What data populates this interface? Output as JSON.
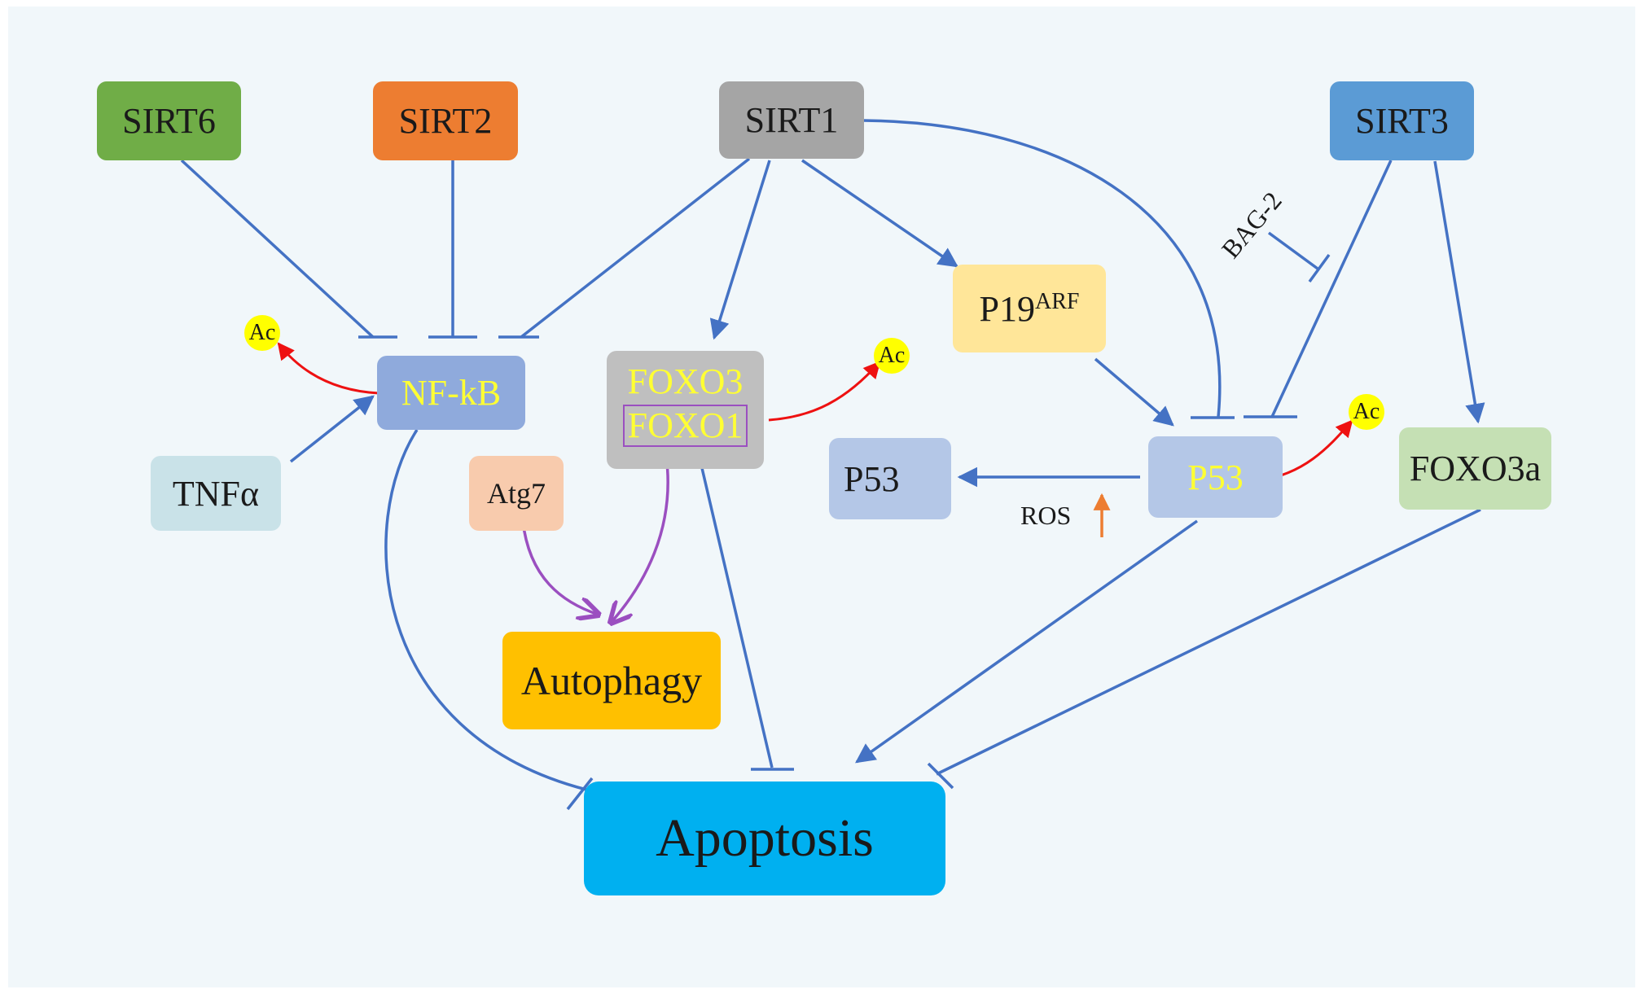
{
  "colors": {
    "background": "#f1f7fa",
    "edge_blue": "#4472c4",
    "acetylation_red": "#ee1111",
    "autophagy_purple": "#9b4fc0",
    "increase_orange": "#ed7d31",
    "ac_badge": "#ffff00",
    "label_yellow": "#ffff33"
  },
  "nodes": {
    "sirt6": "SIRT6",
    "sirt2": "SIRT2",
    "sirt1": "SIRT1",
    "sirt3": "SIRT3",
    "nfkb": "NF-kB",
    "tnfa": "TNFα",
    "foxo3": "FOXO3",
    "foxo1": "FOXO1",
    "atg7": "Atg7",
    "autophagy": "Autophagy",
    "p19": "P19",
    "p19_sup": "ARF",
    "p53": "P53",
    "p53_up": "P53",
    "foxo3a": "FOXO3a",
    "apoptosis": "Apoptosis"
  },
  "labels": {
    "ac": "Ac",
    "bag2": "BAG-2",
    "ros": "ROS"
  },
  "arrow_types": [
    "activation",
    "inhibition",
    "acetylation",
    "increase"
  ]
}
